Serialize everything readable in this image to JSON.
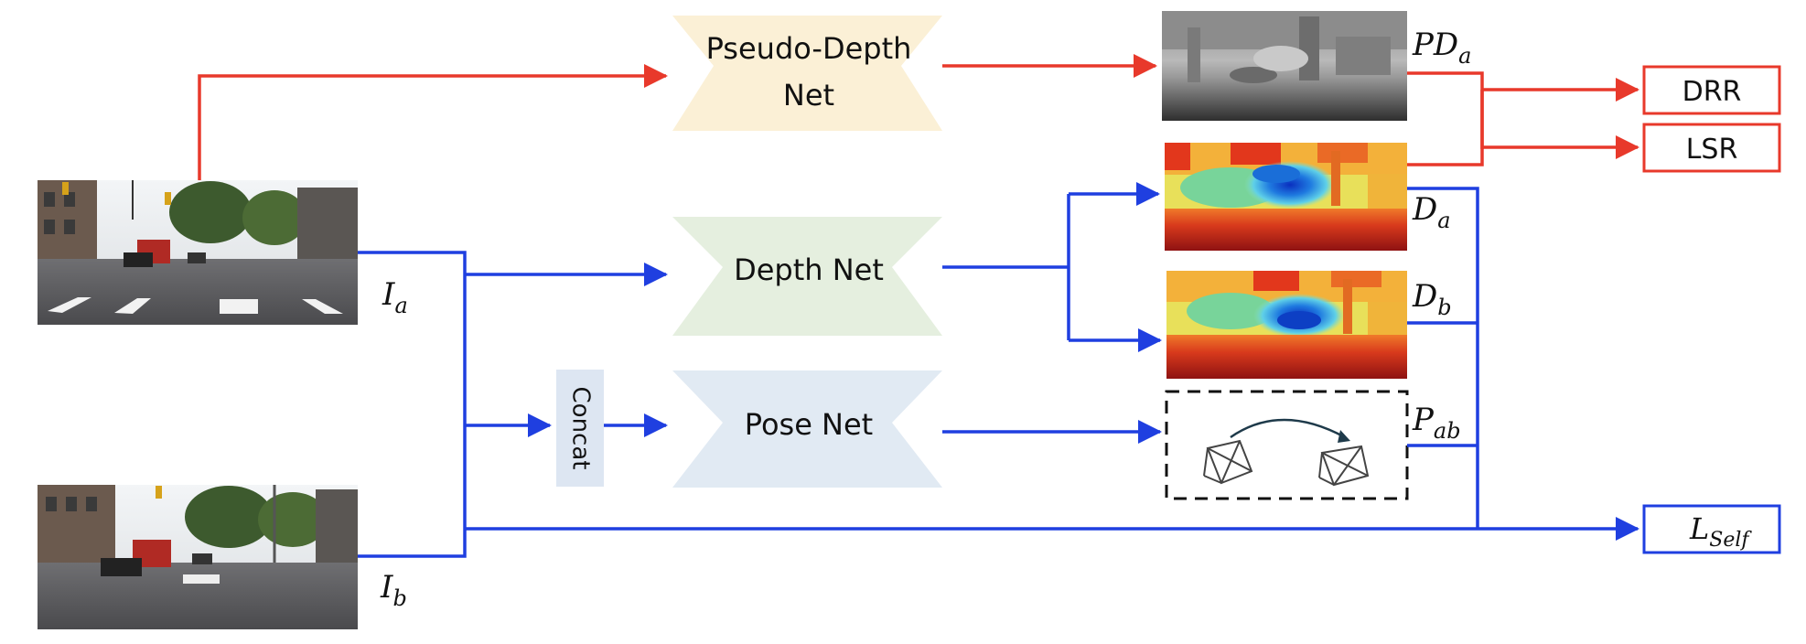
{
  "networks": {
    "pseudo_depth": {
      "line1": "Pseudo-Depth",
      "line2": "Net"
    },
    "depth": "Depth Net",
    "pose": "Pose Net",
    "concat": "Concat"
  },
  "inputs": {
    "ia": {
      "sym": "I",
      "sub": "a"
    },
    "ib": {
      "sym": "I",
      "sub": "b"
    }
  },
  "outputs": {
    "pda": {
      "sym": "PD",
      "sub": "a"
    },
    "da": {
      "sym": "D",
      "sub": "a"
    },
    "db": {
      "sym": "D",
      "sub": "b"
    },
    "pab": {
      "sym": "P",
      "sub": "ab"
    }
  },
  "losses": {
    "drr": "DRR",
    "lsr": "LSR",
    "lself": {
      "sym": "L",
      "sub": "Self"
    }
  },
  "colors": {
    "red_path": "#e8392b",
    "blue_path": "#1f3fe0",
    "pseudo_depth_fill": "#fbf0d6",
    "depth_fill": "#e5efdf",
    "pose_fill": "#e1eaf3",
    "concat_fill": "#dde6f2"
  }
}
